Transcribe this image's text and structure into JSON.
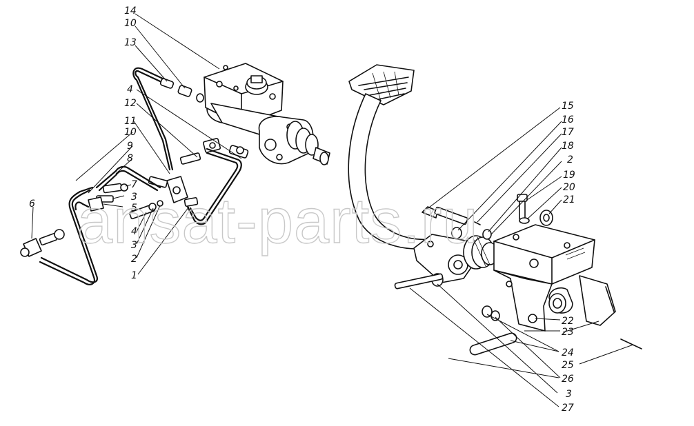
{
  "watermark": "ansat-parts.ru",
  "callouts": {
    "c14": "14",
    "c10a": "10",
    "c13": "13",
    "c4a": "4",
    "c12": "12",
    "c11": "11",
    "c10b": "10",
    "c9": "9",
    "c8": "8",
    "c7": "7",
    "c3a": "3",
    "c5": "5",
    "c6": "6",
    "c4b": "4",
    "c3b": "3",
    "c2a": "2",
    "c1": "1",
    "c15": "15",
    "c16": "16",
    "c17": "17",
    "c18": "18",
    "c2b": "2",
    "c19": "19",
    "c20": "20",
    "c21": "21",
    "c22": "22",
    "c23": "23",
    "c24": "24",
    "c25": "25",
    "c26": "26",
    "c3c": "3",
    "c27": "27"
  }
}
